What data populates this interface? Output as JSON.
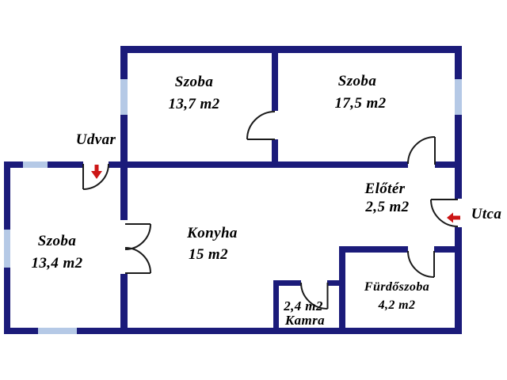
{
  "plan": {
    "rooms": [
      {
        "id": "szoba-1",
        "name": "Szoba",
        "area": "13,7 m2"
      },
      {
        "id": "szoba-2",
        "name": "Szoba",
        "area": "17,5 m2"
      },
      {
        "id": "szoba-3",
        "name": "Szoba",
        "area": "13,4 m2"
      },
      {
        "id": "konyha",
        "name": "Konyha",
        "area": "15 m2"
      },
      {
        "id": "eloter",
        "name": "Előtér",
        "area": "2,5 m2"
      },
      {
        "id": "furdoszoba",
        "name": "Fürdőszoba",
        "area": "4,2 m2"
      },
      {
        "id": "kamra",
        "name": "Kamra",
        "area": "2,4 m2"
      }
    ],
    "outside_labels": [
      {
        "id": "udvar",
        "text": "Udvar"
      },
      {
        "id": "utca",
        "text": "Utca"
      }
    ],
    "entrance_arrows": [
      {
        "id": "udvar-entrance",
        "icon": "arrow-down-icon"
      },
      {
        "id": "utca-entrance",
        "icon": "arrow-left-icon"
      }
    ],
    "colors": {
      "wall": "#1b1b7a",
      "window": "#b5c9e6",
      "door_line": "#1a1a1a",
      "arrow": "#cc1616",
      "text": "#000000",
      "background": "#ffffff"
    }
  }
}
